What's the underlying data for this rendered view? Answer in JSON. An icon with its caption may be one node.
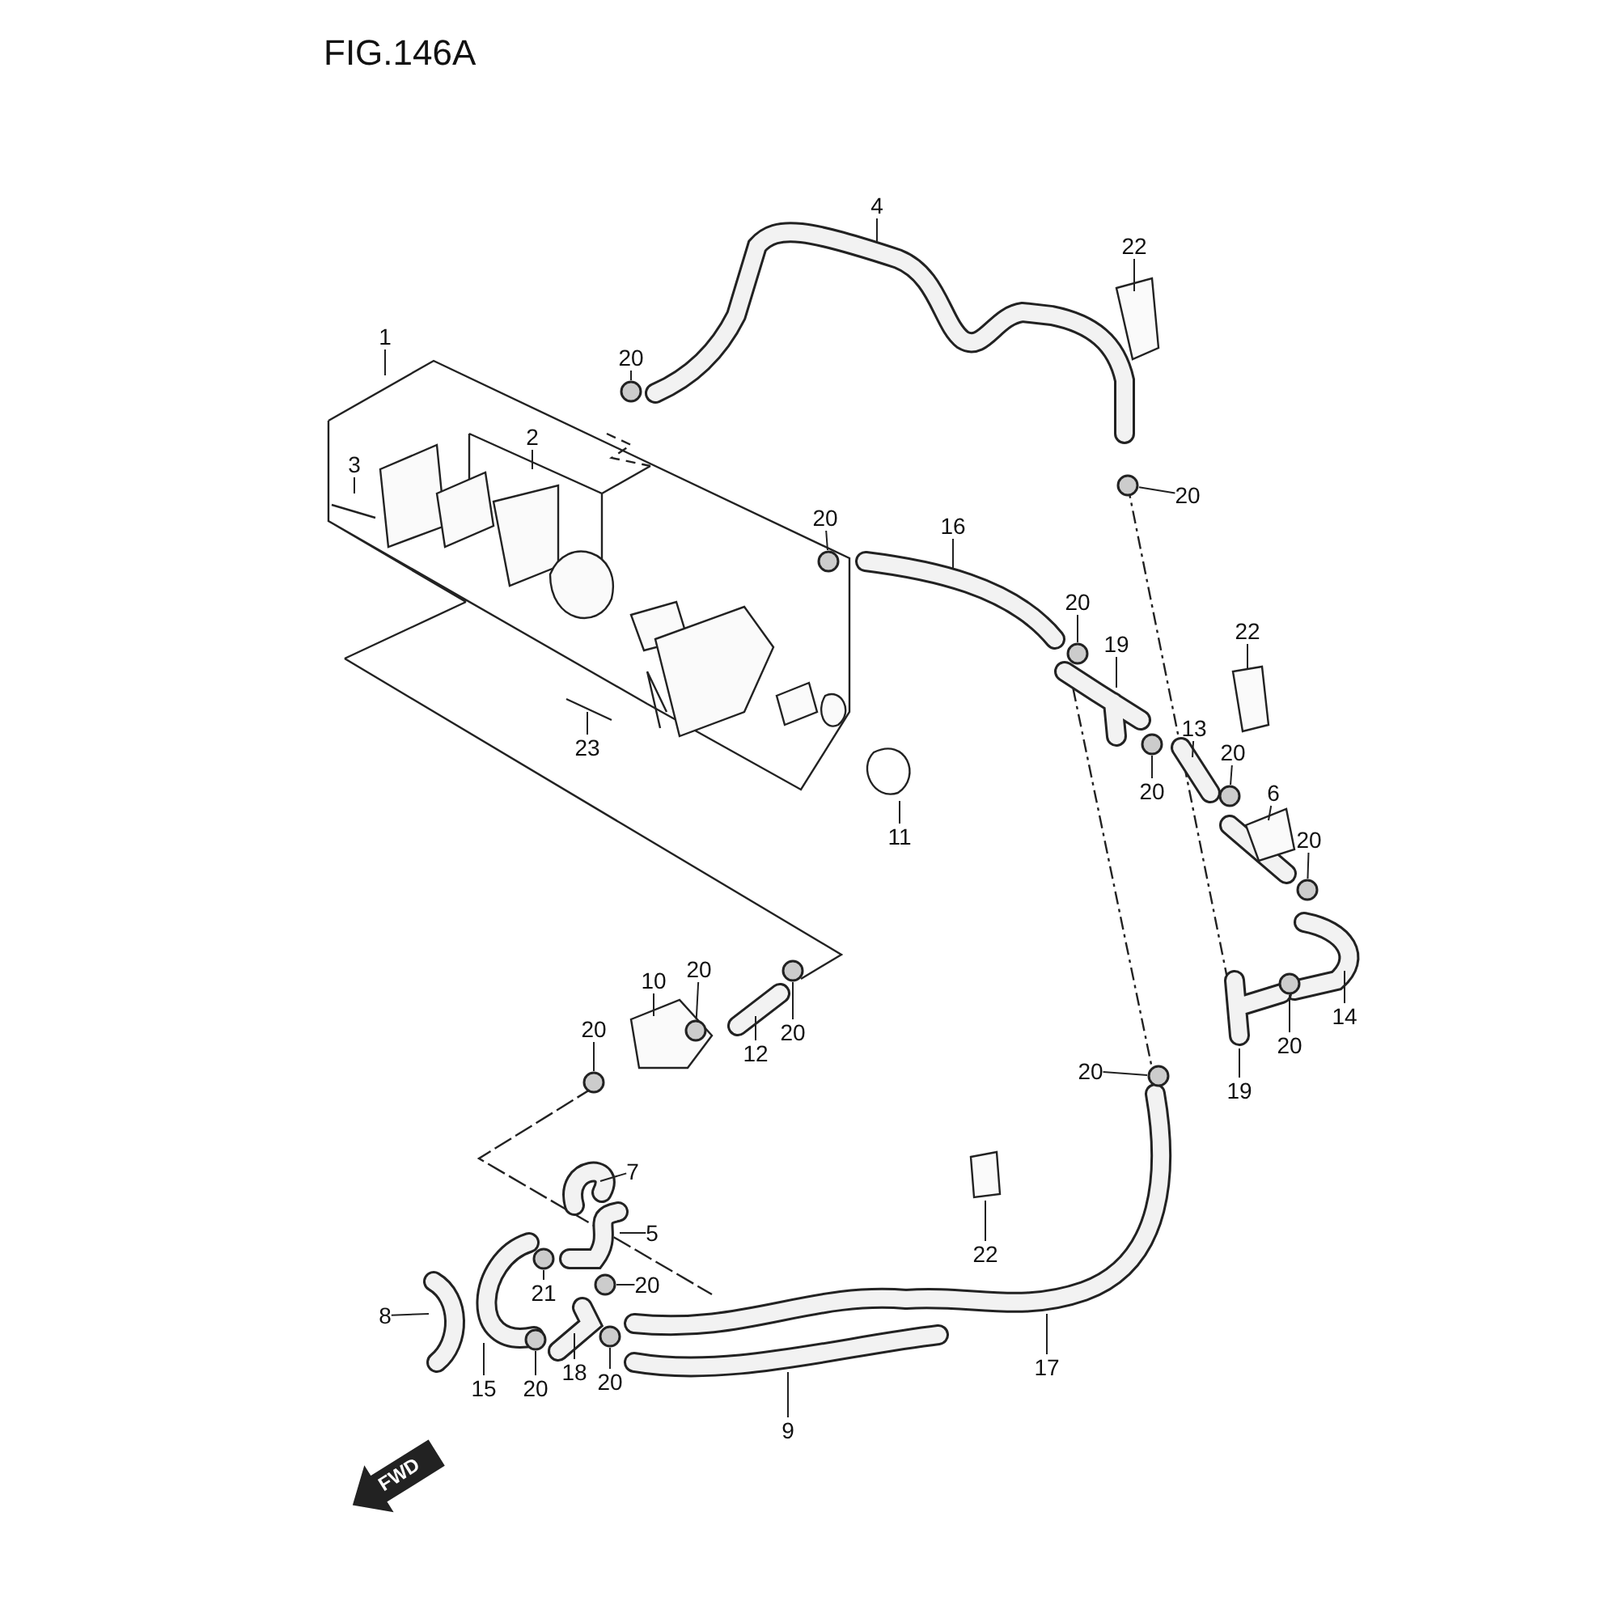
{
  "diagram": {
    "title": "FIG.146A",
    "nodes": [
      {
        "text": [
          "1"
        ]
      },
      {
        "text": [
          "2"
        ]
      },
      {
        "text": [
          "3"
        ]
      },
      {
        "text": [
          "4"
        ]
      },
      {
        "text": [
          "20"
        ]
      },
      {
        "text": [
          "22"
        ]
      },
      {
        "text": [
          "20"
        ]
      },
      {
        "text": [
          "20"
        ]
      },
      {
        "text": [
          "16"
        ]
      },
      {
        "text": [
          "20"
        ]
      },
      {
        "text": [
          "19"
        ]
      },
      {
        "text": [
          "22"
        ]
      },
      {
        "text": [
          "13"
        ]
      },
      {
        "text": [
          "20"
        ]
      },
      {
        "text": [
          "20"
        ]
      },
      {
        "text": [
          "6"
        ]
      },
      {
        "text": [
          "20"
        ]
      },
      {
        "text": [
          "23"
        ]
      },
      {
        "text": [
          "11"
        ]
      },
      {
        "text": [
          "10"
        ]
      },
      {
        "text": [
          "20"
        ]
      },
      {
        "text": [
          "20"
        ]
      },
      {
        "text": [
          "12"
        ]
      },
      {
        "text": [
          "20"
        ]
      },
      {
        "text": [
          "14"
        ]
      },
      {
        "text": [
          "20"
        ]
      },
      {
        "text": [
          "19"
        ]
      },
      {
        "text": [
          "20"
        ]
      },
      {
        "text": [
          "7"
        ]
      },
      {
        "text": [
          "5"
        ]
      },
      {
        "text": [
          "22"
        ]
      },
      {
        "text": [
          "20"
        ]
      },
      {
        "text": [
          "21"
        ]
      },
      {
        "text": [
          "8"
        ]
      },
      {
        "text": [
          "15"
        ]
      },
      {
        "text": [
          "20"
        ]
      },
      {
        "text": [
          "18"
        ]
      },
      {
        "text": [
          "20"
        ]
      },
      {
        "text": [
          "17"
        ]
      },
      {
        "text": [
          "9"
        ]
      },
      {
        "text": [
          "FWD"
        ]
      },
      {
        "text": [],
        "shape": "circle"
      },
      {
        "text": [],
        "shape": "circle"
      },
      {
        "text": [],
        "shape": "circle"
      },
      {
        "text": [],
        "shape": "circle"
      },
      {
        "text": [],
        "shape": "circle"
      },
      {
        "text": [],
        "shape": "circle"
      },
      {
        "text": [],
        "shape": "circle"
      },
      {
        "text": [],
        "shape": "circle"
      },
      {
        "text": [],
        "shape": "circle"
      },
      {
        "text": [],
        "shape": "circle"
      },
      {
        "text": [],
        "shape": "circle"
      },
      {
        "text": [],
        "shape": "circle"
      },
      {
        "text": [],
        "shape": "circle"
      },
      {
        "text": [],
        "shape": "circle"
      },
      {
        "text": [],
        "shape": "circle"
      },
      {
        "text": [],
        "shape": "circle"
      }
    ],
    "edges": [
      {
        "from": 0,
        "to": null,
        "arrow": "none"
      },
      {
        "from": 1,
        "to": null,
        "arrow": "none"
      },
      {
        "from": 2,
        "to": null,
        "arrow": "none"
      },
      {
        "from": 3,
        "to": null,
        "arrow": "none"
      },
      {
        "from": 4,
        "to": 41,
        "arrow": "none"
      },
      {
        "from": 5,
        "to": null,
        "arrow": "none"
      },
      {
        "from": 6,
        "to": 42,
        "arrow": "none"
      },
      {
        "from": 7,
        "to": 43,
        "arrow": "none"
      },
      {
        "from": 8,
        "to": null,
        "arrow": "none"
      },
      {
        "from": 9,
        "to": 44,
        "arrow": "none"
      },
      {
        "from": 10,
        "to": null,
        "arrow": "none"
      },
      {
        "from": 11,
        "to": null,
        "arrow": "none"
      },
      {
        "from": 12,
        "to": null,
        "arrow": "none"
      },
      {
        "from": 13,
        "to": 45,
        "arrow": "none"
      },
      {
        "from": 14,
        "to": 46,
        "arrow": "none"
      },
      {
        "from": 15,
        "to": null,
        "arrow": "none"
      },
      {
        "from": 16,
        "to": 47,
        "arrow": "none"
      },
      {
        "from": 17,
        "to": null,
        "arrow": "none"
      },
      {
        "from": 18,
        "to": null,
        "arrow": "none"
      },
      {
        "from": 19,
        "to": null,
        "arrow": "none"
      },
      {
        "from": 20,
        "to": 48,
        "arrow": "none"
      },
      {
        "from": 21,
        "to": 49,
        "arrow": "none"
      },
      {
        "from": 22,
        "to": null,
        "arrow": "none"
      },
      {
        "from": 23,
        "to": 50,
        "arrow": "none"
      },
      {
        "from": 24,
        "to": null,
        "arrow": "none"
      },
      {
        "from": 25,
        "to": 51,
        "arrow": "none"
      },
      {
        "from": 26,
        "to": null,
        "arrow": "none"
      },
      {
        "from": 27,
        "to": 52,
        "arrow": "none"
      },
      {
        "from": 28,
        "to": null,
        "arrow": "none"
      },
      {
        "from": 29,
        "to": null,
        "arrow": "none"
      },
      {
        "from": 30,
        "to": null,
        "arrow": "none"
      },
      {
        "from": 31,
        "to": 53,
        "arrow": "none"
      },
      {
        "from": 32,
        "to": 54,
        "arrow": "none"
      },
      {
        "from": 33,
        "to": null,
        "arrow": "none"
      },
      {
        "from": 34,
        "to": null,
        "arrow": "none"
      },
      {
        "from": 35,
        "to": 55,
        "arrow": "none"
      },
      {
        "from": 36,
        "to": null,
        "arrow": "none"
      },
      {
        "from": 37,
        "to": 56,
        "arrow": "none"
      },
      {
        "from": 38,
        "to": null,
        "arrow": "none"
      },
      {
        "from": 39,
        "to": null,
        "arrow": "none"
      }
    ]
  }
}
